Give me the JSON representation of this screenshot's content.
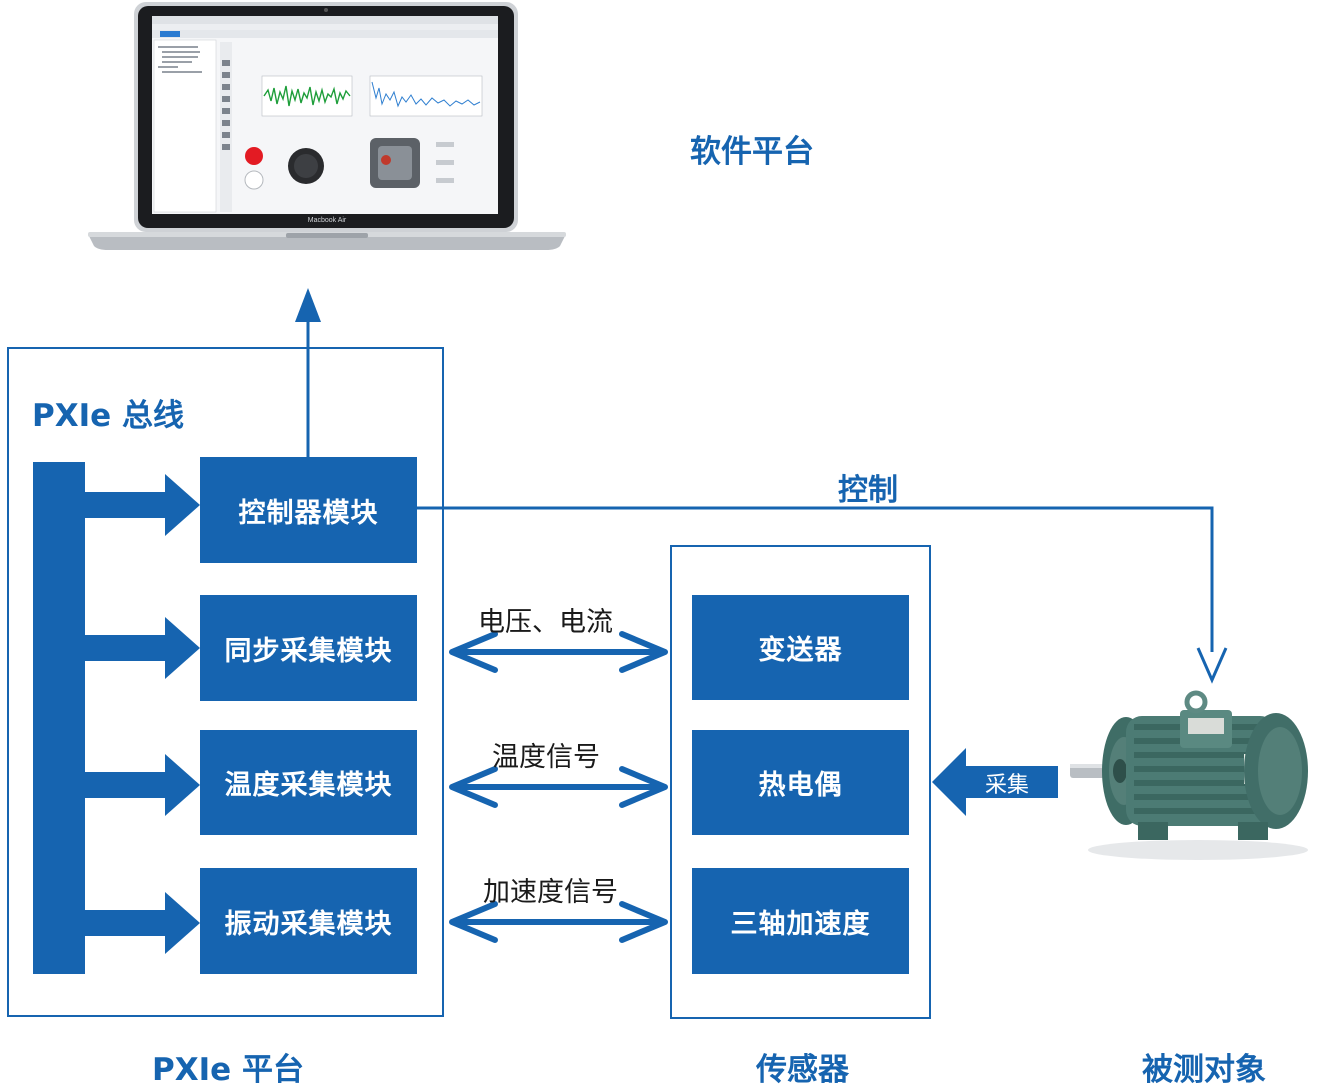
{
  "software_platform": {
    "label": "软件平台",
    "laptop_brand": "Macbook Air"
  },
  "pxie_bus": {
    "title": "PXIe 总线",
    "modules": [
      {
        "label": "控制器模块"
      },
      {
        "label": "同步采集模块"
      },
      {
        "label": "温度采集模块"
      },
      {
        "label": "振动采集模块"
      }
    ]
  },
  "sensors": {
    "items": [
      {
        "label": "变送器"
      },
      {
        "label": "热电偶"
      },
      {
        "label": "三轴加速度"
      }
    ]
  },
  "signals": {
    "voltage_current": "电压、电流",
    "temperature": "温度信号",
    "acceleration": "加速度信号",
    "control": "控制",
    "acquire": "采集"
  },
  "footer": {
    "pxie_platform": "PXIe 平台",
    "sensor": "传感器",
    "target": "被测对象"
  },
  "colors": {
    "primary": "#1664b0"
  }
}
